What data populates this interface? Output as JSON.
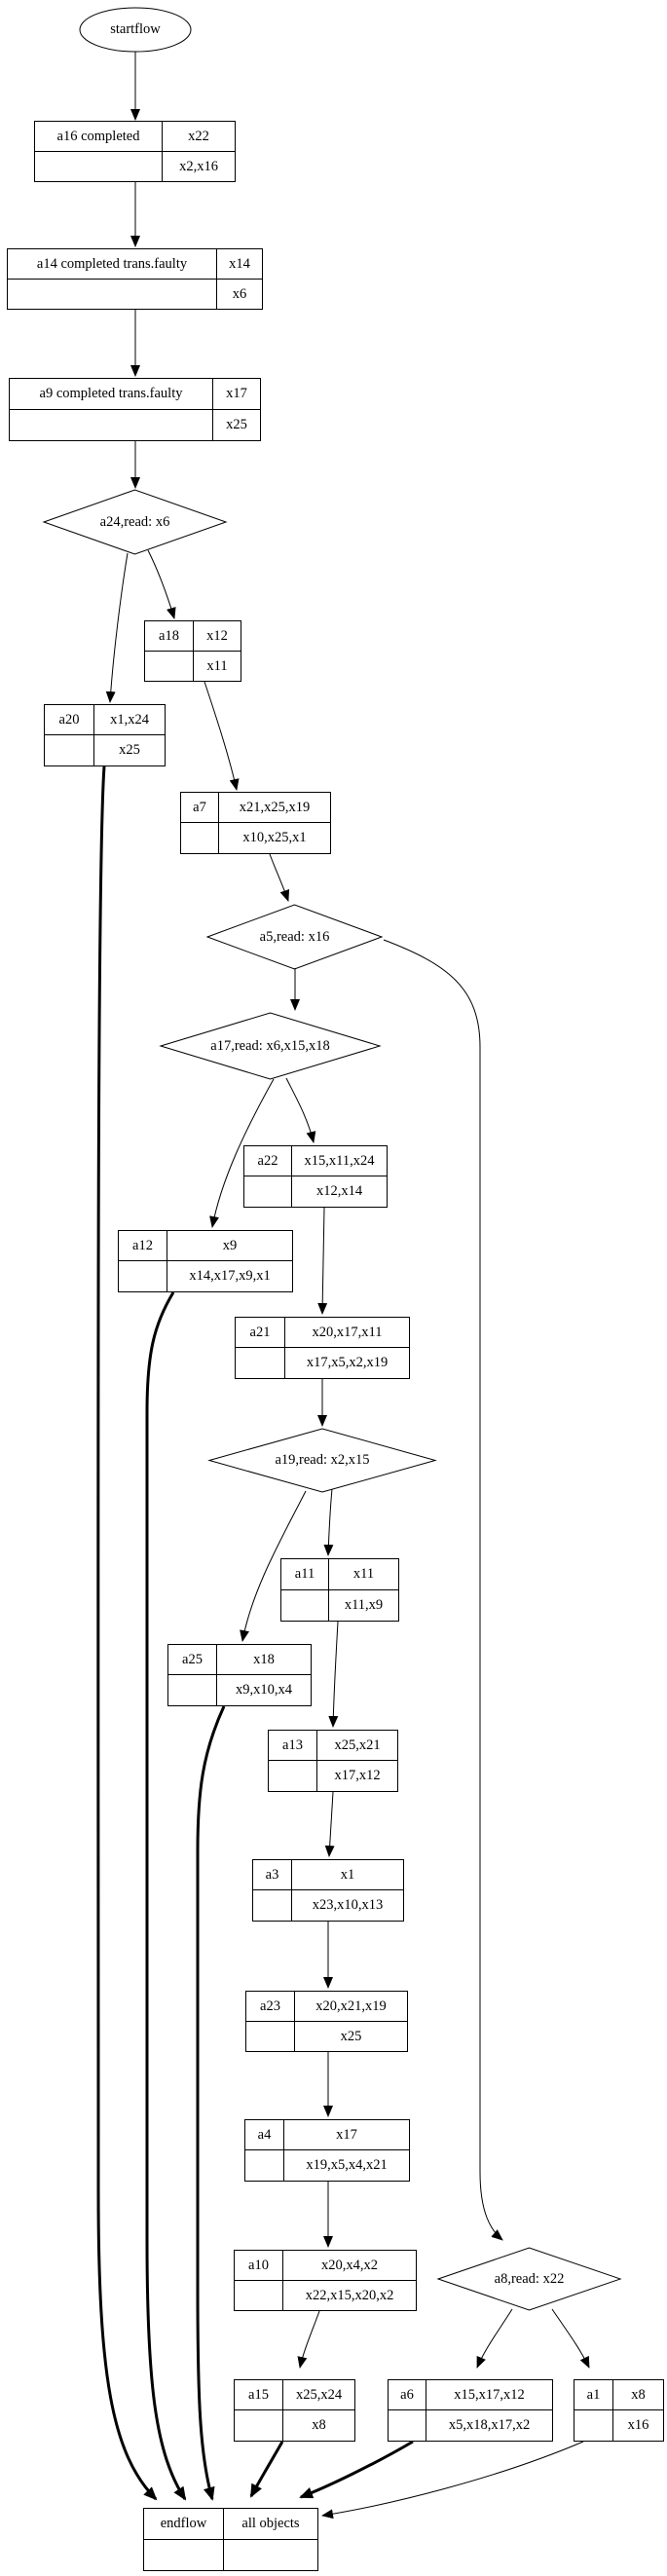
{
  "colors": {
    "background": "#ffffff",
    "node_border": "#000000",
    "text": "#000000"
  },
  "nodes": [
    {
      "id": "startflow",
      "type": "ellipse",
      "label": "startflow"
    },
    {
      "id": "a16",
      "type": "record",
      "label": "a16 completed",
      "r1": "x22",
      "r2": "x2,x16"
    },
    {
      "id": "a14",
      "type": "record",
      "label": "a14 completed trans.faulty",
      "r1": "x14",
      "r2": "x6"
    },
    {
      "id": "a9",
      "type": "record",
      "label": "a9 completed trans.faulty",
      "r1": "x17",
      "r2": "x25"
    },
    {
      "id": "a24",
      "type": "diamond",
      "label": "a24,read: x6"
    },
    {
      "id": "a18",
      "type": "record",
      "label": "a18",
      "r1": "x12",
      "r2": "x11"
    },
    {
      "id": "a20",
      "type": "record",
      "label": "a20",
      "r1": "x1,x24",
      "r2": "x25"
    },
    {
      "id": "a7",
      "type": "record",
      "label": "a7",
      "r1": "x21,x25,x19",
      "r2": "x10,x25,x1"
    },
    {
      "id": "a5",
      "type": "diamond",
      "label": "a5,read: x16"
    },
    {
      "id": "a17",
      "type": "diamond",
      "label": "a17,read: x6,x15,x18"
    },
    {
      "id": "a22",
      "type": "record",
      "label": "a22",
      "r1": "x15,x11,x24",
      "r2": "x12,x14"
    },
    {
      "id": "a12",
      "type": "record",
      "label": "a12",
      "r1": "x9",
      "r2": "x14,x17,x9,x1"
    },
    {
      "id": "a21",
      "type": "record",
      "label": "a21",
      "r1": "x20,x17,x11",
      "r2": "x17,x5,x2,x19"
    },
    {
      "id": "a19",
      "type": "diamond",
      "label": "a19,read: x2,x15"
    },
    {
      "id": "a11",
      "type": "record",
      "label": "a11",
      "r1": "x11",
      "r2": "x11,x9"
    },
    {
      "id": "a25",
      "type": "record",
      "label": "a25",
      "r1": "x18",
      "r2": "x9,x10,x4"
    },
    {
      "id": "a13",
      "type": "record",
      "label": "a13",
      "r1": "x25,x21",
      "r2": "x17,x12"
    },
    {
      "id": "a3",
      "type": "record",
      "label": "a3",
      "r1": "x1",
      "r2": "x23,x10,x13"
    },
    {
      "id": "a23",
      "type": "record",
      "label": "a23",
      "r1": "x20,x21,x19",
      "r2": "x25"
    },
    {
      "id": "a4",
      "type": "record",
      "label": "a4",
      "r1": "x17",
      "r2": "x19,x5,x4,x21"
    },
    {
      "id": "a10",
      "type": "record",
      "label": "a10",
      "r1": "x20,x4,x2",
      "r2": "x22,x15,x20,x2"
    },
    {
      "id": "a8",
      "type": "diamond",
      "label": "a8,read: x22"
    },
    {
      "id": "a15",
      "type": "record",
      "label": "a15",
      "r1": "x25,x24",
      "r2": "x8"
    },
    {
      "id": "a6",
      "type": "record",
      "label": "a6",
      "r1": "x15,x17,x12",
      "r2": "x5,x18,x17,x2"
    },
    {
      "id": "a1",
      "type": "record",
      "label": "a1",
      "r1": "x8",
      "r2": "x16"
    },
    {
      "id": "endflow",
      "type": "record",
      "label": "endflow",
      "r1": "all objects",
      "r2": ""
    }
  ],
  "edges": [
    {
      "from": "startflow",
      "to": "a16",
      "weight": "normal"
    },
    {
      "from": "a16",
      "to": "a14",
      "weight": "normal"
    },
    {
      "from": "a14",
      "to": "a9",
      "weight": "normal"
    },
    {
      "from": "a9",
      "to": "a24",
      "weight": "normal"
    },
    {
      "from": "a24",
      "to": "a18",
      "weight": "normal"
    },
    {
      "from": "a24",
      "to": "a20",
      "weight": "normal"
    },
    {
      "from": "a18",
      "to": "a7",
      "weight": "normal"
    },
    {
      "from": "a20",
      "to": "endflow",
      "weight": "bold"
    },
    {
      "from": "a7",
      "to": "a5",
      "weight": "normal"
    },
    {
      "from": "a5",
      "to": "a17",
      "weight": "normal"
    },
    {
      "from": "a5",
      "to": "a8",
      "weight": "normal"
    },
    {
      "from": "a17",
      "to": "a22",
      "weight": "normal"
    },
    {
      "from": "a17",
      "to": "a12",
      "weight": "normal"
    },
    {
      "from": "a22",
      "to": "a21",
      "weight": "normal"
    },
    {
      "from": "a12",
      "to": "endflow",
      "weight": "bold"
    },
    {
      "from": "a21",
      "to": "a19",
      "weight": "normal"
    },
    {
      "from": "a19",
      "to": "a11",
      "weight": "normal"
    },
    {
      "from": "a19",
      "to": "a25",
      "weight": "normal"
    },
    {
      "from": "a11",
      "to": "a13",
      "weight": "normal"
    },
    {
      "from": "a25",
      "to": "endflow",
      "weight": "bold"
    },
    {
      "from": "a13",
      "to": "a3",
      "weight": "normal"
    },
    {
      "from": "a3",
      "to": "a23",
      "weight": "normal"
    },
    {
      "from": "a23",
      "to": "a4",
      "weight": "normal"
    },
    {
      "from": "a4",
      "to": "a10",
      "weight": "normal"
    },
    {
      "from": "a10",
      "to": "a15",
      "weight": "normal"
    },
    {
      "from": "a8",
      "to": "a6",
      "weight": "normal"
    },
    {
      "from": "a8",
      "to": "a1",
      "weight": "normal"
    },
    {
      "from": "a15",
      "to": "endflow",
      "weight": "bold"
    },
    {
      "from": "a6",
      "to": "endflow",
      "weight": "bold"
    },
    {
      "from": "a1",
      "to": "endflow",
      "weight": "normal"
    }
  ]
}
